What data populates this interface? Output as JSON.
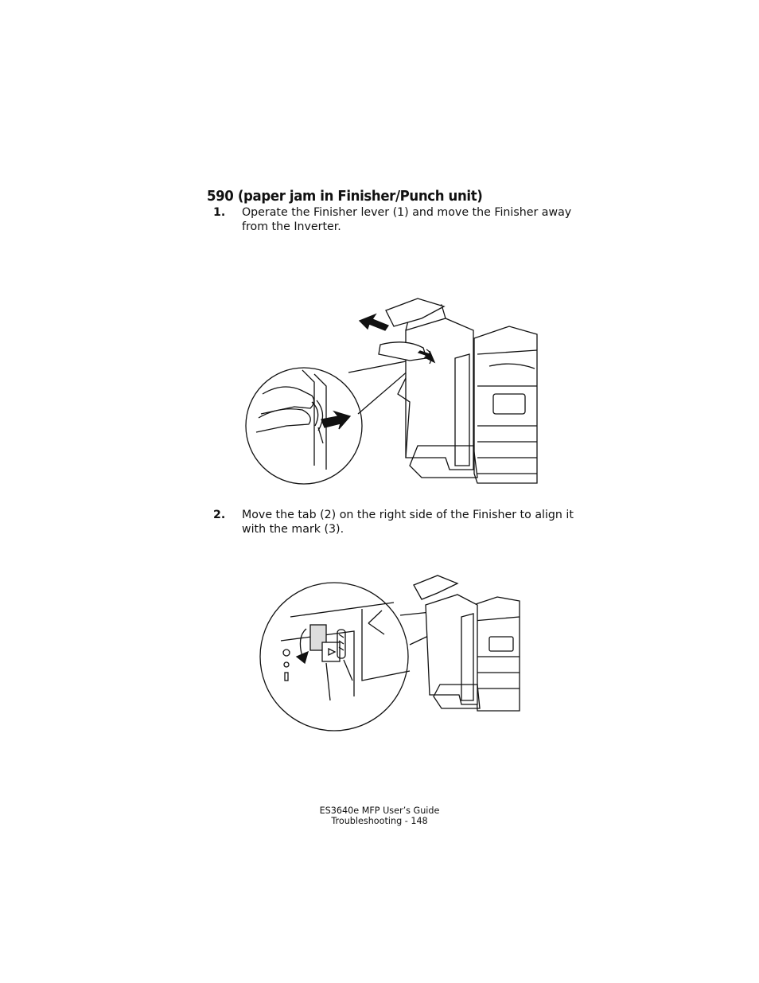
{
  "section": {
    "title": "590 (paper jam in Finisher/Punch unit)"
  },
  "steps": [
    {
      "number": "1.",
      "text": "Operate the Finisher lever (1) and move the Finisher away from the Inverter."
    },
    {
      "number": "2.",
      "text": "Move the tab (2) on the right side of the Finisher to align it with the mark (3)."
    }
  ],
  "footer": {
    "line1": "ES3640e MFP User’s Guide",
    "line2": "Troubleshooting - 148"
  }
}
